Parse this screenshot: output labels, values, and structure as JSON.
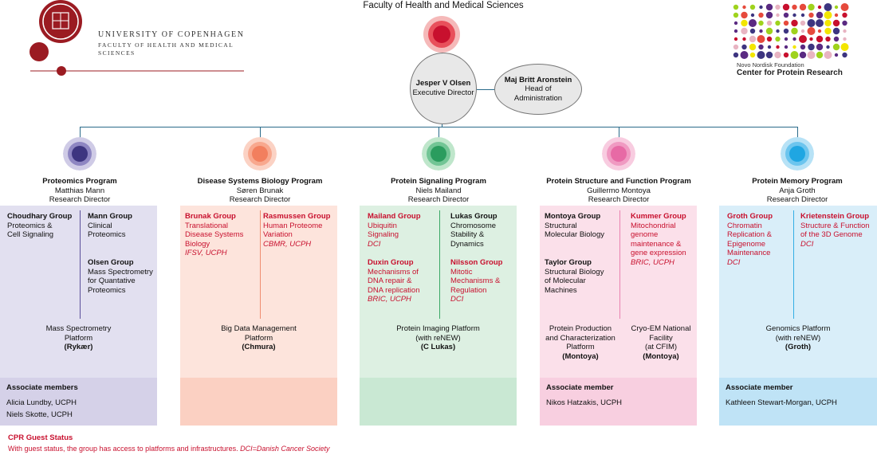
{
  "header": {
    "university": "UNIVERSITY OF COPENHAGEN",
    "faculty_line1": "FACULTY OF HEALTH AND MEDICAL",
    "faculty_line2": "SCIENCES",
    "top_title": "Faculty of Health and Medical Sciences",
    "nn_foundation": "Novo Nordisk Foundation",
    "cpr_name": "Center for Protein Research"
  },
  "directors": {
    "exec_name": "Jesper V Olsen",
    "exec_role": "Executive Director",
    "admin_name": "Maj Britt Aronstein",
    "admin_role_1": "Head of",
    "admin_role_2": "Administration"
  },
  "programs": [
    {
      "title": "Proteomics Program",
      "director": "Matthias Mann",
      "role": "Research Director",
      "groups": [
        {
          "name": "Choudhary Group",
          "d1": "Proteomics &",
          "d2": "Cell Signaling"
        },
        {
          "name": "Mann Group",
          "d1": "Clinical",
          "d2": "Proteomics"
        },
        {
          "name": "Olsen Group",
          "d1": "Mass Spectrometry",
          "d2": "for Quantative",
          "d3": "Proteomics"
        }
      ],
      "platform": {
        "l1": "Mass Spectrometry",
        "l2": "Platform",
        "l3": "(Rykær)"
      },
      "associate_title": "Associate members",
      "associates": [
        "Alicia Lundby, UCPH",
        "Niels Skotte, UCPH"
      ]
    },
    {
      "title": "Disease Systems Biology Program",
      "director": "Søren Brunak",
      "role": "Research Director",
      "groups": [
        {
          "name": "Brunak Group",
          "d1": "Translational",
          "d2": "Disease Systems",
          "d3": "Biology",
          "affil": "IFSV, UCPH"
        },
        {
          "name": "Rasmussen Group",
          "d1": "Human Proteome",
          "d2": "Variation",
          "affil": "CBMR, UCPH"
        }
      ],
      "platform": {
        "l1": "Big Data Management",
        "l2": "Platform",
        "l3": "(Chmura)"
      }
    },
    {
      "title": "Protein Signaling Program",
      "director": "Niels Mailand",
      "role": "Research Director",
      "groups": [
        {
          "name": "Mailand Group",
          "d1": "Ubiquitin",
          "d2": "Signaling",
          "affil": "DCI"
        },
        {
          "name": "Lukas Group",
          "d1": "Chromosome",
          "d2": "Stability &",
          "d3": "Dynamics"
        },
        {
          "name": "Duxin Group",
          "d1": "Mechanisms of",
          "d2": "DNA repair &",
          "d3": "DNA replication",
          "affil": "BRIC, UCPH"
        },
        {
          "name": "Nilsson Group",
          "d1": "Mitotic",
          "d2": "Mechanisms &",
          "d3": "Regulation",
          "affil": "DCI"
        }
      ],
      "platform": {
        "l1": "Protein Imaging Platform",
        "l2": "(with reNEW)",
        "l3": "(C Lukas)"
      }
    },
    {
      "title": "Protein Structure and Function Program",
      "director": "Guillermo Montoya",
      "role": "Research Director",
      "groups": [
        {
          "name": "Montoya Group",
          "d1": "Structural",
          "d2": "Molecular Biology"
        },
        {
          "name": "Kummer Group",
          "d1": "Mitochondrial",
          "d2": "genome",
          "d3": "maintenance &",
          "d4": "gene expression",
          "affil": "BRIC, UCPH"
        },
        {
          "name": "Taylor Group",
          "d1": "Structural Biology",
          "d2": "of Molecular",
          "d3": "Machines"
        }
      ],
      "platform": {
        "l1": "Protein Production",
        "l2": "and Characterization",
        "l3": "Platform",
        "l4": "(Montoya)"
      },
      "platform2": {
        "l1": "Cryo-EM National",
        "l2": "Facility",
        "l3": "(at CFIM)",
        "l4": "(Montoya)"
      },
      "associate_title": "Associate member",
      "associates": [
        "Nikos Hatzakis, UCPH"
      ]
    },
    {
      "title": "Protein Memory Program",
      "director": "Anja Groth",
      "role": "Research Director",
      "groups": [
        {
          "name": "Groth Group",
          "d1": "Chromatin",
          "d2": "Replication &",
          "d3": "Epigenome",
          "d4": "Maintenance",
          "affil": "DCI"
        },
        {
          "name": "Krietenstein Group",
          "d1": "Structure & Function",
          "d2": "of the 3D Genome",
          "affil": "DCI"
        }
      ],
      "platform": {
        "l1": "Genomics Platform",
        "l2": "(with reNEW)",
        "l3": "(Groth)"
      },
      "associate_title": "Associate member",
      "associates": [
        "Kathleen Stewart-Morgan, UCPH"
      ]
    }
  ],
  "footer": {
    "title": "CPR Guest Status",
    "text": "With guest status, the group has access to platforms and infrastructures.",
    "note": "DCI=Danish Cancer Society"
  },
  "colors": {
    "red_text": "#c8102e",
    "connector": "#2a6b8a",
    "proteomics_panel": "#e2e0f0",
    "disease_panel": "#fde4dc",
    "signaling_panel": "#ddf0e2",
    "structure_panel": "#fbe0ea",
    "memory_panel": "#d9eef9"
  }
}
